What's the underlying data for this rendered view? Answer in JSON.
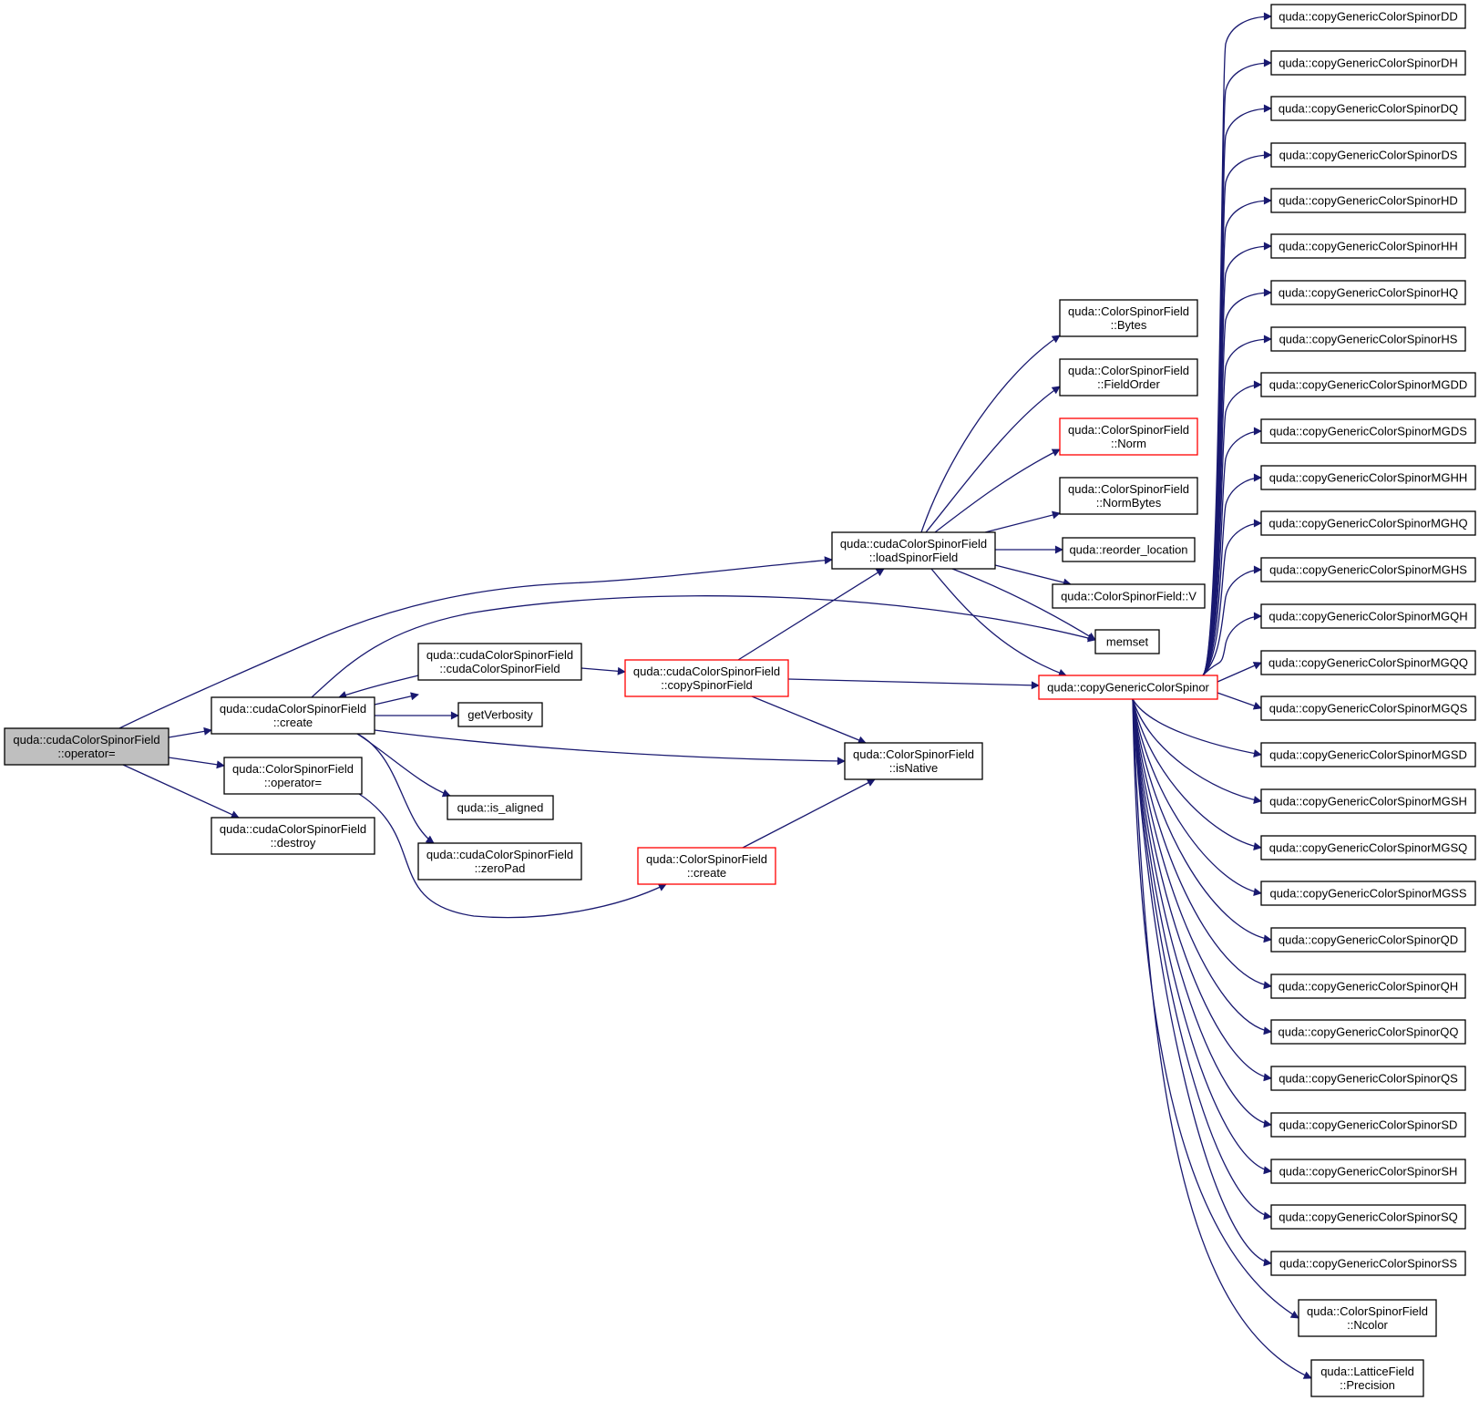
{
  "colors": {
    "edge": "#191970",
    "node_border": "#000000",
    "node_border_truncated": "#ff0000",
    "node_fill": "#ffffff",
    "root_fill": "#bfbfbf",
    "text": "#000000"
  },
  "nodes": {
    "root": {
      "lines": [
        "quda::cudaColorSpinorField",
        "::operator="
      ]
    },
    "create": {
      "lines": [
        "quda::cudaColorSpinorField",
        "::create"
      ]
    },
    "csf_op": {
      "lines": [
        "quda::ColorSpinorField",
        "::operator="
      ]
    },
    "destroy": {
      "lines": [
        "quda::cudaColorSpinorField",
        "::destroy"
      ]
    },
    "cudacsf": {
      "lines": [
        "quda::cudaColorSpinorField",
        "::cudaColorSpinorField"
      ]
    },
    "getverb": {
      "lines": [
        "getVerbosity"
      ]
    },
    "isaligned": {
      "lines": [
        "quda::is_aligned"
      ]
    },
    "zeropad": {
      "lines": [
        "quda::cudaColorSpinorField",
        "::zeroPad"
      ]
    },
    "copyspinor": {
      "lines": [
        "quda::cudaColorSpinorField",
        "::copySpinorField"
      ]
    },
    "csfcreate": {
      "lines": [
        "quda::ColorSpinorField",
        "::create"
      ]
    },
    "loadspinor": {
      "lines": [
        "quda::cudaColorSpinorField",
        "::loadSpinorField"
      ]
    },
    "isnative": {
      "lines": [
        "quda::ColorSpinorField",
        "::isNative"
      ]
    },
    "bytes": {
      "lines": [
        "quda::ColorSpinorField",
        "::Bytes"
      ]
    },
    "fieldorder": {
      "lines": [
        "quda::ColorSpinorField",
        "::FieldOrder"
      ]
    },
    "norm": {
      "lines": [
        "quda::ColorSpinorField",
        "::Norm"
      ]
    },
    "normbytes": {
      "lines": [
        "quda::ColorSpinorField",
        "::NormBytes"
      ]
    },
    "reorder": {
      "lines": [
        "quda::reorder_location"
      ]
    },
    "v": {
      "lines": [
        "quda::ColorSpinorField::V"
      ]
    },
    "memset": {
      "lines": [
        "memset"
      ]
    },
    "copygeneric": {
      "lines": [
        "quda::copyGenericColorSpinor"
      ]
    },
    "dd": {
      "lines": [
        "quda::copyGenericColorSpinorDD"
      ]
    },
    "dh": {
      "lines": [
        "quda::copyGenericColorSpinorDH"
      ]
    },
    "dq": {
      "lines": [
        "quda::copyGenericColorSpinorDQ"
      ]
    },
    "ds": {
      "lines": [
        "quda::copyGenericColorSpinorDS"
      ]
    },
    "hd": {
      "lines": [
        "quda::copyGenericColorSpinorHD"
      ]
    },
    "hh": {
      "lines": [
        "quda::copyGenericColorSpinorHH"
      ]
    },
    "hq": {
      "lines": [
        "quda::copyGenericColorSpinorHQ"
      ]
    },
    "hs": {
      "lines": [
        "quda::copyGenericColorSpinorHS"
      ]
    },
    "mgdd": {
      "lines": [
        "quda::copyGenericColorSpinorMGDD"
      ]
    },
    "mgds": {
      "lines": [
        "quda::copyGenericColorSpinorMGDS"
      ]
    },
    "mghh": {
      "lines": [
        "quda::copyGenericColorSpinorMGHH"
      ]
    },
    "mghq": {
      "lines": [
        "quda::copyGenericColorSpinorMGHQ"
      ]
    },
    "mghs": {
      "lines": [
        "quda::copyGenericColorSpinorMGHS"
      ]
    },
    "mgqh": {
      "lines": [
        "quda::copyGenericColorSpinorMGQH"
      ]
    },
    "mgqq": {
      "lines": [
        "quda::copyGenericColorSpinorMGQQ"
      ]
    },
    "mgqs": {
      "lines": [
        "quda::copyGenericColorSpinorMGQS"
      ]
    },
    "mgsd": {
      "lines": [
        "quda::copyGenericColorSpinorMGSD"
      ]
    },
    "mgsh": {
      "lines": [
        "quda::copyGenericColorSpinorMGSH"
      ]
    },
    "mgsq": {
      "lines": [
        "quda::copyGenericColorSpinorMGSQ"
      ]
    },
    "mgss": {
      "lines": [
        "quda::copyGenericColorSpinorMGSS"
      ]
    },
    "qd": {
      "lines": [
        "quda::copyGenericColorSpinorQD"
      ]
    },
    "qh": {
      "lines": [
        "quda::copyGenericColorSpinorQH"
      ]
    },
    "qq": {
      "lines": [
        "quda::copyGenericColorSpinorQQ"
      ]
    },
    "qs": {
      "lines": [
        "quda::copyGenericColorSpinorQS"
      ]
    },
    "sd": {
      "lines": [
        "quda::copyGenericColorSpinorSD"
      ]
    },
    "sh": {
      "lines": [
        "quda::copyGenericColorSpinorSH"
      ]
    },
    "sq": {
      "lines": [
        "quda::copyGenericColorSpinorSQ"
      ]
    },
    "ss": {
      "lines": [
        "quda::copyGenericColorSpinorSS"
      ]
    },
    "ncolor": {
      "lines": [
        "quda::ColorSpinorField",
        "::Ncolor"
      ]
    },
    "precision": {
      "lines": [
        "quda::LatticeField",
        "::Precision"
      ]
    }
  }
}
